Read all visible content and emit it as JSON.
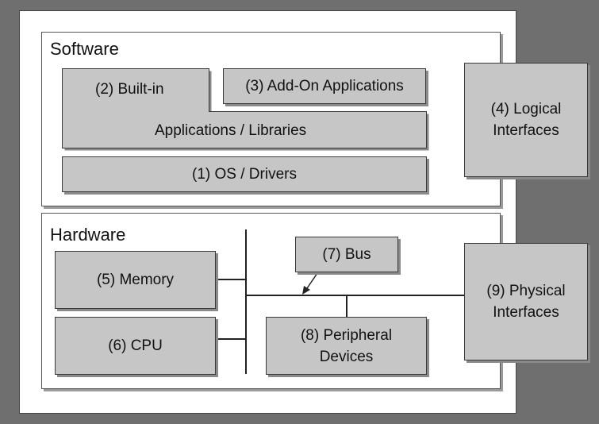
{
  "software": {
    "title": "Software",
    "builtin_label": "(2) Built-in",
    "addon_label": "(3) Add-On Applications",
    "applibs_label": "Applications / Libraries",
    "os_label": "(1) OS / Drivers"
  },
  "logical_interfaces": {
    "label": "(4) Logical\nInterfaces"
  },
  "hardware": {
    "title": "Hardware",
    "memory_label": "(5) Memory",
    "cpu_label": "(6) CPU",
    "bus_label": "(7) Bus",
    "peripheral_label": "(8) Peripheral\nDevices"
  },
  "physical_interfaces": {
    "label": "(9) Physical\nInterfaces"
  },
  "colors": {
    "background": "#6f6f6f",
    "panel": "#ffffff",
    "box_fill": "#c6c6c6",
    "box_border": "#3a3a3a"
  }
}
